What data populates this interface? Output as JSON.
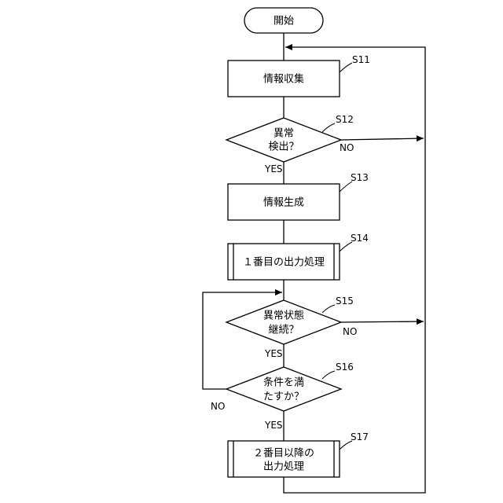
{
  "flowchart": {
    "start": "開始",
    "s11": {
      "id": "S11",
      "text": "情報収集"
    },
    "s12": {
      "id": "S12",
      "lines": [
        "異常",
        "検出？"
      ],
      "yes": "YES",
      "no": "NO"
    },
    "s13": {
      "id": "S13",
      "text": "情報生成"
    },
    "s14": {
      "id": "S14",
      "text": "１番目の出力処理"
    },
    "s15": {
      "id": "S15",
      "lines": [
        "異常状態",
        "継続？"
      ],
      "yes": "YES",
      "no": "NO"
    },
    "s16": {
      "id": "S16",
      "lines": [
        "条件を満",
        "たすか？"
      ],
      "yes": "YES",
      "no": "NO"
    },
    "s17": {
      "id": "S17",
      "lines": [
        "２番目以降の",
        "出力処理"
      ]
    }
  }
}
